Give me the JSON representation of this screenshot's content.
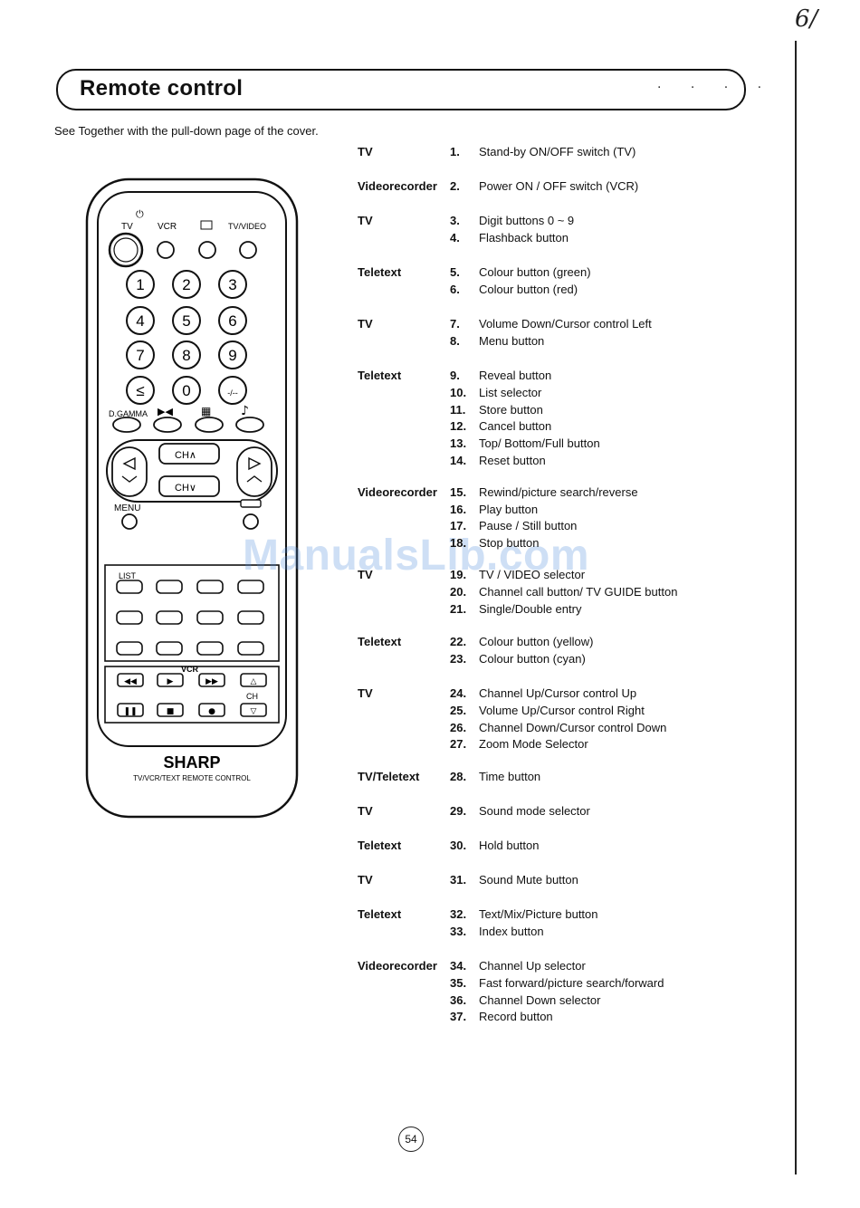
{
  "page": {
    "title": "Remote control",
    "subtitle": "See Together with the pull-down page of the cover.",
    "corner_mark": "6/",
    "page_number": "54",
    "watermark": "ManualsLib.com"
  },
  "remote": {
    "brand": "SHARP",
    "model_text": "TV/VCR/TEXT REMOTE CONTROL",
    "labels": {
      "tv": "TV",
      "vcr": "VCR",
      "tv_video": "TV/VIDEO",
      "d_gamma": "D.GAMMA",
      "ch_up": "CH∧",
      "ch_down": "CH∨",
      "menu": "MENU",
      "list": "LIST",
      "vcr_section": "VCR",
      "ch": "CH"
    },
    "digits": [
      "1",
      "2",
      "3",
      "4",
      "5",
      "6",
      "7",
      "8",
      "9",
      "≤",
      "0",
      "-/--"
    ]
  },
  "groups": [
    {
      "label": "TV",
      "items": [
        {
          "n": "1.",
          "t": "Stand-by ON/OFF switch (TV)"
        }
      ]
    },
    {
      "label": "Videorecorder",
      "items": [
        {
          "n": "2.",
          "t": "Power ON / OFF switch (VCR)"
        }
      ]
    },
    {
      "label": "TV",
      "items": [
        {
          "n": "3.",
          "t": "Digit buttons 0 ~ 9"
        },
        {
          "n": "4.",
          "t": "Flashback button"
        }
      ]
    },
    {
      "label": "Teletext",
      "items": [
        {
          "n": "5.",
          "t": "Colour button (green)"
        },
        {
          "n": "6.",
          "t": "Colour button (red)"
        }
      ]
    },
    {
      "label": "TV",
      "items": [
        {
          "n": "7.",
          "t": "Volume Down/Cursor control Left"
        },
        {
          "n": "8.",
          "t": "Menu button"
        }
      ]
    },
    {
      "label": "Teletext",
      "items": [
        {
          "n": "9.",
          "t": "Reveal button"
        },
        {
          "n": "10.",
          "t": "List selector"
        },
        {
          "n": "11.",
          "t": "Store button"
        },
        {
          "n": "12.",
          "t": "Cancel button"
        },
        {
          "n": "13.",
          "t": "Top/ Bottom/Full button"
        },
        {
          "n": "14.",
          "t": "Reset button"
        }
      ]
    },
    {
      "label": "Videorecorder",
      "items": [
        {
          "n": "15.",
          "t": "Rewind/picture search/reverse"
        },
        {
          "n": "16.",
          "t": "Play button"
        },
        {
          "n": "17.",
          "t": "Pause / Still button"
        },
        {
          "n": "18.",
          "t": "Stop button"
        }
      ]
    },
    {
      "label": "TV",
      "items": [
        {
          "n": "19.",
          "t": "TV / VIDEO selector"
        },
        {
          "n": "20.",
          "t": "Channel call button/ TV GUIDE button"
        },
        {
          "n": "21.",
          "t": "Single/Double entry"
        }
      ]
    },
    {
      "label": "Teletext",
      "items": [
        {
          "n": "22.",
          "t": "Colour button (yellow)"
        },
        {
          "n": "23.",
          "t": "Colour button (cyan)"
        }
      ]
    },
    {
      "label": "TV",
      "items": [
        {
          "n": "24.",
          "t": "Channel Up/Cursor control Up"
        },
        {
          "n": "25.",
          "t": "Volume Up/Cursor control Right"
        },
        {
          "n": "26.",
          "t": "Channel Down/Cursor control Down"
        },
        {
          "n": "27.",
          "t": "Zoom Mode Selector"
        }
      ]
    },
    {
      "label": "TV/Teletext",
      "items": [
        {
          "n": "28.",
          "t": "Time button"
        }
      ]
    },
    {
      "label": "TV",
      "items": [
        {
          "n": "29.",
          "t": "Sound mode selector"
        }
      ]
    },
    {
      "label": "Teletext",
      "items": [
        {
          "n": "30.",
          "t": "Hold button"
        }
      ]
    },
    {
      "label": "TV",
      "items": [
        {
          "n": "31.",
          "t": "Sound Mute button"
        }
      ]
    },
    {
      "label": "Teletext",
      "items": [
        {
          "n": "32.",
          "t": "Text/Mix/Picture button"
        },
        {
          "n": "33.",
          "t": "Index button"
        }
      ]
    },
    {
      "label": "Videorecorder",
      "items": [
        {
          "n": "34.",
          "t": "Channel Up selector"
        },
        {
          "n": "35.",
          "t": "Fast forward/picture search/forward"
        },
        {
          "n": "36.",
          "t": "Channel Down selector"
        },
        {
          "n": "37.",
          "t": "Record button"
        }
      ]
    }
  ]
}
